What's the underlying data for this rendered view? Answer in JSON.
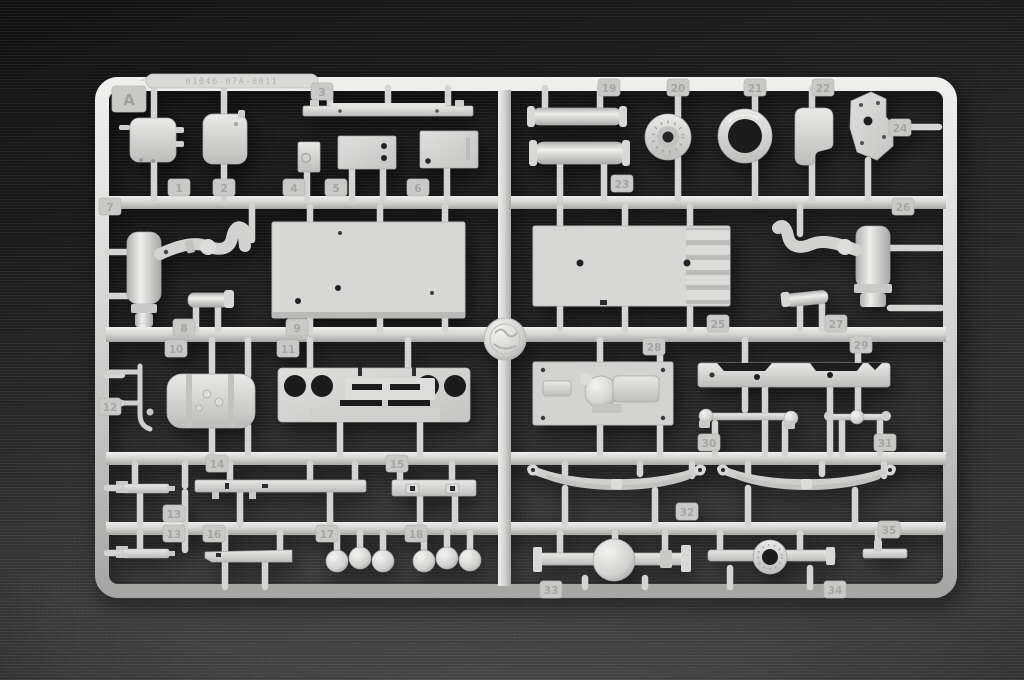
{
  "scene": {
    "subject": "light-gray injection-molded model kit parts sprue photographed on a dark surface",
    "plastic_color": "#d2d2d0",
    "background_color": "#2a2a2a"
  },
  "sprue": {
    "letter": "A",
    "mold_code": "01046-07A-0011"
  },
  "tabs": [
    "A",
    "1",
    "2",
    "3",
    "4",
    "5",
    "6",
    "7",
    "8",
    "9",
    "10",
    "11",
    "12",
    "13",
    "13",
    "14",
    "15",
    "16",
    "17",
    "18",
    "19",
    "20",
    "21",
    "22",
    "23",
    "24",
    "25",
    "26",
    "27",
    "28",
    "29",
    "30",
    "31",
    "32",
    "33",
    "34",
    "35"
  ]
}
